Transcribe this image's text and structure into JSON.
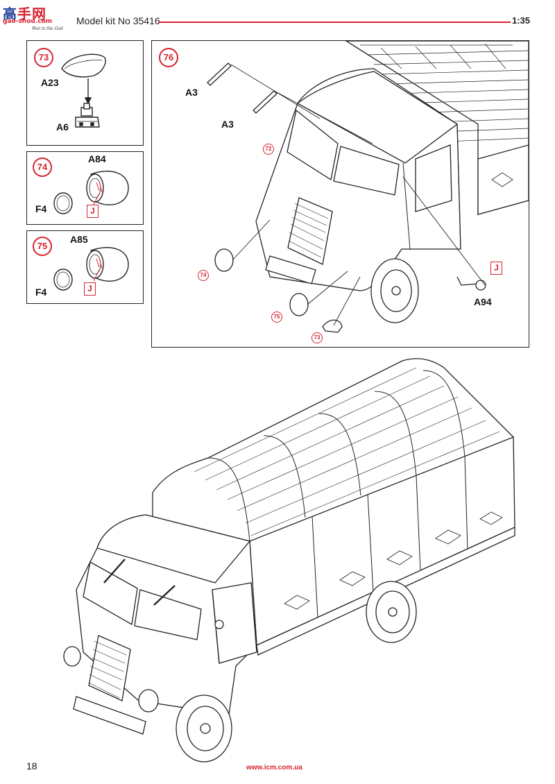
{
  "header": {
    "logo_cn_a": "高",
    "logo_cn_b": "手网",
    "logo_url": "gao-shou.com",
    "logo_tagline": "War is the God",
    "kit_title": "Model kit No 35416",
    "scale": "1:35"
  },
  "steps": {
    "s73": {
      "number": "73",
      "parts": [
        "A23",
        "A6"
      ]
    },
    "s74": {
      "number": "74",
      "parts": [
        "A84",
        "F4"
      ],
      "paint_code": "J"
    },
    "s75": {
      "number": "75",
      "parts": [
        "A85",
        "F4"
      ],
      "paint_code": "J"
    },
    "s76": {
      "number": "76",
      "parts": [
        "A3",
        "A3",
        "A94"
      ],
      "paint_code": "J",
      "markers": [
        "72",
        "74",
        "75",
        "73"
      ]
    }
  },
  "footer": {
    "page_number": "18",
    "website": "www.icm.com.ua"
  },
  "colors": {
    "accent_red": "#d6232f",
    "line": "#222222",
    "logo_blue": "#1c3f95"
  }
}
